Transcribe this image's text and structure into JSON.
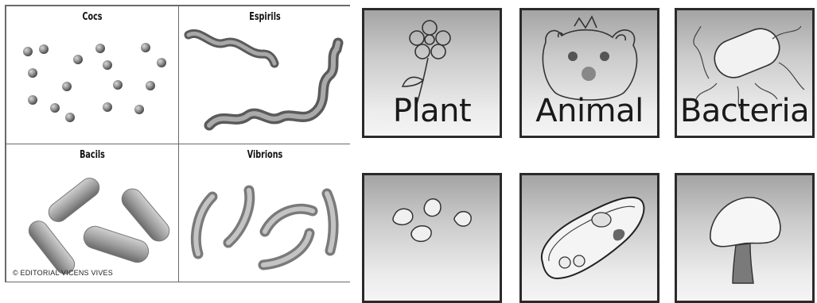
{
  "bacteria_panel": {
    "quadrants": {
      "cocs": "Cocs",
      "espirils": "Espirils",
      "bacils": "Bacils",
      "vibrions": "Vibrions"
    },
    "credit": "© EDITORIAL VICENS VIVES"
  },
  "kingdom_cards": [
    {
      "label": "Plant",
      "icon": "flower-icon"
    },
    {
      "label": "Animal",
      "icon": "bear-face-icon"
    },
    {
      "label": "Bacteria",
      "icon": "bacterium-icon"
    },
    {
      "label": "",
      "icon": "protist-cells-icon"
    },
    {
      "label": "",
      "icon": "paramecium-icon"
    },
    {
      "label": "",
      "icon": "mushroom-icon"
    }
  ]
}
